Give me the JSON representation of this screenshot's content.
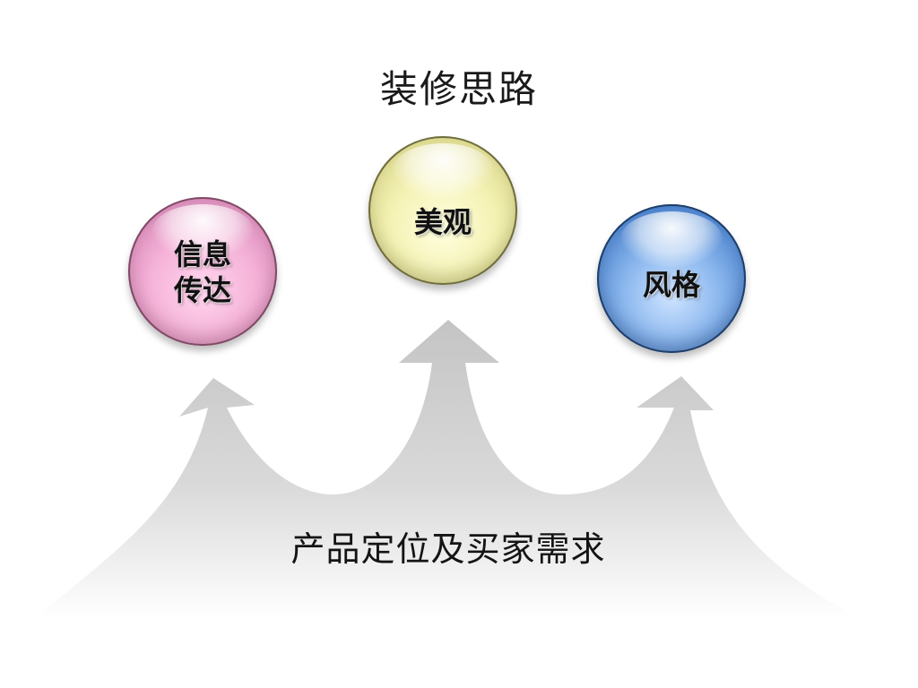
{
  "slide": {
    "title": "装修思路",
    "base_label": "产品定位及买家需求"
  },
  "spheres": [
    {
      "line1": "信息",
      "line2": "传达",
      "color": "#f5b2d8"
    },
    {
      "line1": "美观",
      "color": "#f4f2b3"
    },
    {
      "line1": "风格",
      "color": "#6a9ee0"
    }
  ],
  "arrows": {
    "count": 3,
    "color": "#c8c8c8"
  }
}
